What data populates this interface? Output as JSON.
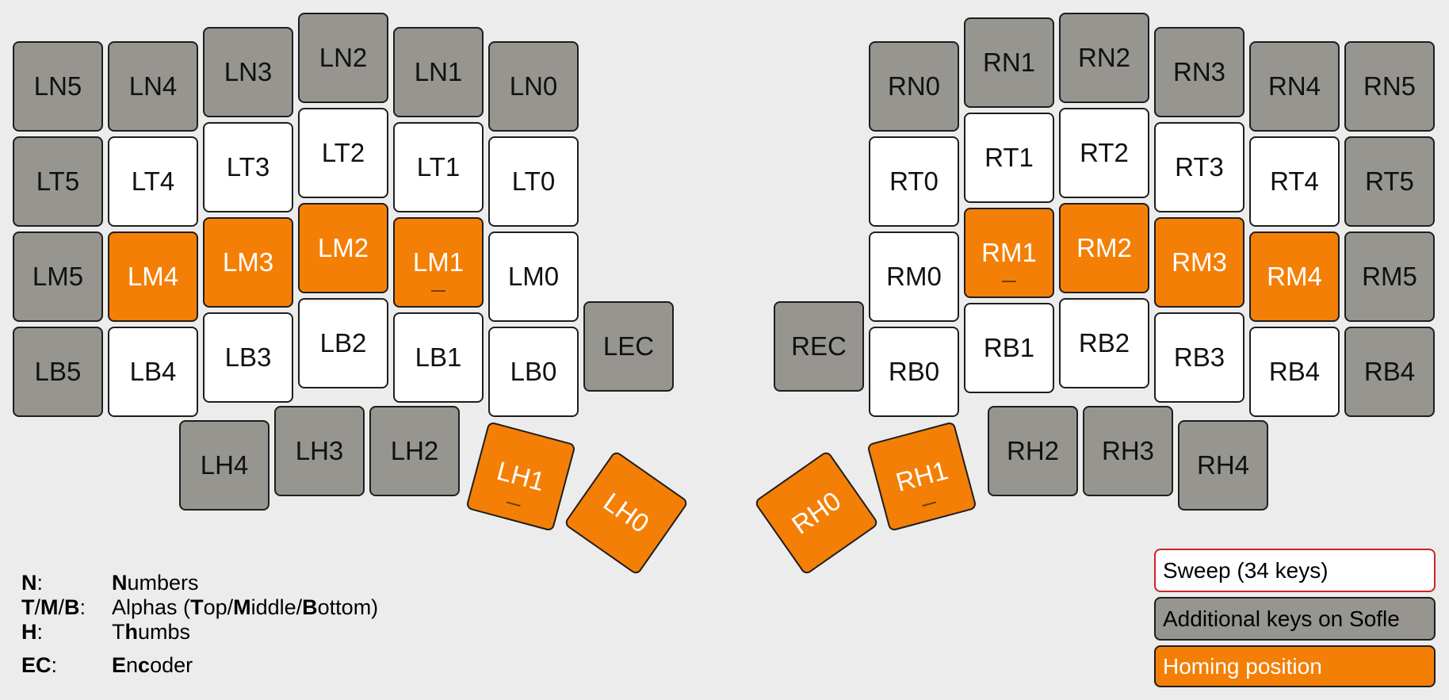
{
  "keys": {
    "LN5": {
      "label": "LN5",
      "kind": "gray"
    },
    "LN4": {
      "label": "LN4",
      "kind": "gray"
    },
    "LN3": {
      "label": "LN3",
      "kind": "gray"
    },
    "LN2": {
      "label": "LN2",
      "kind": "gray"
    },
    "LN1": {
      "label": "LN1",
      "kind": "gray"
    },
    "LN0": {
      "label": "LN0",
      "kind": "gray"
    },
    "LT5": {
      "label": "LT5",
      "kind": "gray"
    },
    "LT4": {
      "label": "LT4",
      "kind": "white"
    },
    "LT3": {
      "label": "LT3",
      "kind": "white"
    },
    "LT2": {
      "label": "LT2",
      "kind": "white"
    },
    "LT1": {
      "label": "LT1",
      "kind": "white"
    },
    "LT0": {
      "label": "LT0",
      "kind": "white"
    },
    "LM5": {
      "label": "LM5",
      "kind": "gray"
    },
    "LM4": {
      "label": "LM4",
      "kind": "orange"
    },
    "LM3": {
      "label": "LM3",
      "kind": "orange"
    },
    "LM2": {
      "label": "LM2",
      "kind": "orange"
    },
    "LM1": {
      "label": "LM1",
      "kind": "orange",
      "bump": true
    },
    "LM0": {
      "label": "LM0",
      "kind": "white"
    },
    "LB5": {
      "label": "LB5",
      "kind": "gray"
    },
    "LB4": {
      "label": "LB4",
      "kind": "white"
    },
    "LB3": {
      "label": "LB3",
      "kind": "white"
    },
    "LB2": {
      "label": "LB2",
      "kind": "white"
    },
    "LB1": {
      "label": "LB1",
      "kind": "white"
    },
    "LB0": {
      "label": "LB0",
      "kind": "white"
    },
    "LEC": {
      "label": "LEC",
      "kind": "gray"
    },
    "LH4": {
      "label": "LH4",
      "kind": "gray"
    },
    "LH3": {
      "label": "LH3",
      "kind": "gray"
    },
    "LH2": {
      "label": "LH2",
      "kind": "gray"
    },
    "LH1": {
      "label": "LH1",
      "kind": "orange",
      "bump": true
    },
    "LH0": {
      "label": "LH0",
      "kind": "orange"
    },
    "RN0": {
      "label": "RN0",
      "kind": "gray"
    },
    "RN1": {
      "label": "RN1",
      "kind": "gray"
    },
    "RN2": {
      "label": "RN2",
      "kind": "gray"
    },
    "RN3": {
      "label": "RN3",
      "kind": "gray"
    },
    "RN4": {
      "label": "RN4",
      "kind": "gray"
    },
    "RN5": {
      "label": "RN5",
      "kind": "gray"
    },
    "RT0": {
      "label": "RT0",
      "kind": "white"
    },
    "RT1": {
      "label": "RT1",
      "kind": "white"
    },
    "RT2": {
      "label": "RT2",
      "kind": "white"
    },
    "RT3": {
      "label": "RT3",
      "kind": "white"
    },
    "RT4": {
      "label": "RT4",
      "kind": "white"
    },
    "RT5": {
      "label": "RT5",
      "kind": "gray"
    },
    "RM0": {
      "label": "RM0",
      "kind": "white"
    },
    "RM1": {
      "label": "RM1",
      "kind": "orange",
      "bump": true
    },
    "RM2": {
      "label": "RM2",
      "kind": "orange"
    },
    "RM3": {
      "label": "RM3",
      "kind": "orange"
    },
    "RM4": {
      "label": "RM4",
      "kind": "orange"
    },
    "RM5": {
      "label": "RM5",
      "kind": "gray"
    },
    "REC": {
      "label": "REC",
      "kind": "gray"
    },
    "RB0": {
      "label": "RB0",
      "kind": "white"
    },
    "RB1": {
      "label": "RB1",
      "kind": "white"
    },
    "RB2": {
      "label": "RB2",
      "kind": "white"
    },
    "RB3": {
      "label": "RB3",
      "kind": "white"
    },
    "RB4": {
      "label": "RB4",
      "kind": "white"
    },
    "RB5": {
      "label": "RB4",
      "kind": "gray"
    },
    "RH0": {
      "label": "RH0",
      "kind": "orange"
    },
    "RH1": {
      "label": "RH1",
      "kind": "orange",
      "bump": true
    },
    "RH2": {
      "label": "RH2",
      "kind": "gray"
    },
    "RH3": {
      "label": "RH3",
      "kind": "gray"
    },
    "RH4": {
      "label": "RH4",
      "kind": "gray"
    }
  },
  "abbreviations": [
    {
      "abbr_parts": [
        {
          "t": "N",
          "b": true
        },
        {
          "t": ":",
          "b": false
        }
      ],
      "desc_parts": [
        {
          "t": "N",
          "b": true
        },
        {
          "t": "umbers",
          "b": false
        }
      ]
    },
    {
      "abbr_parts": [
        {
          "t": "T",
          "b": true
        },
        {
          "t": "/",
          "b": false
        },
        {
          "t": "M",
          "b": true
        },
        {
          "t": "/",
          "b": false
        },
        {
          "t": "B",
          "b": true
        },
        {
          "t": ":",
          "b": false
        }
      ],
      "desc_parts": [
        {
          "t": "Alphas (",
          "b": false
        },
        {
          "t": "T",
          "b": true
        },
        {
          "t": "op/",
          "b": false
        },
        {
          "t": "M",
          "b": true
        },
        {
          "t": "iddle/",
          "b": false
        },
        {
          "t": "B",
          "b": true
        },
        {
          "t": "ottom)",
          "b": false
        }
      ]
    },
    {
      "abbr_parts": [
        {
          "t": "H",
          "b": true
        },
        {
          "t": ":",
          "b": false
        }
      ],
      "desc_parts": [
        {
          "t": "T",
          "b": false
        },
        {
          "t": "h",
          "b": true
        },
        {
          "t": "umbs",
          "b": false
        }
      ]
    },
    {
      "abbr_parts": [
        {
          "t": "EC",
          "b": true
        },
        {
          "t": ":",
          "b": false
        }
      ],
      "desc_parts": [
        {
          "t": "E",
          "b": true
        },
        {
          "t": "n",
          "b": false
        },
        {
          "t": "c",
          "b": true
        },
        {
          "t": "oder",
          "b": false
        }
      ]
    }
  ],
  "legend": {
    "sweep": "Sweep (34 keys)",
    "additional": "Additional keys on Sofle",
    "homing": "Homing position"
  },
  "colors": {
    "gray": "#979590",
    "white": "#ffffff",
    "orange": "#f47f06",
    "sweep_border": "#d0202a",
    "background": "#ececec"
  }
}
